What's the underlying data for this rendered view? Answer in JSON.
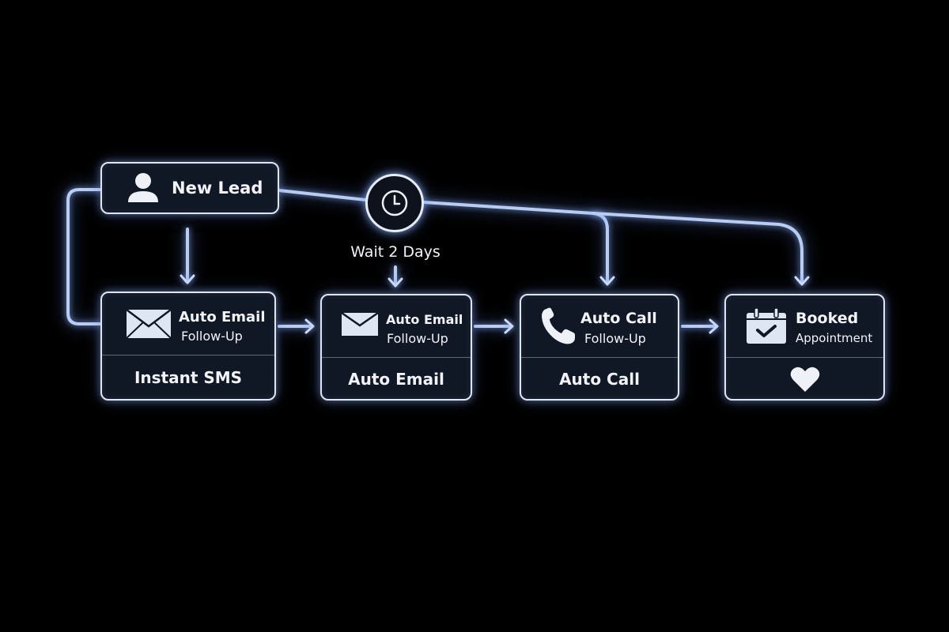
{
  "diagram": {
    "type": "workflow",
    "theme": {
      "background": "#000000",
      "box_fill": "#111825",
      "box_border": "#dfe6f3",
      "connector": "#b9cdf2",
      "text": "#f1f3f8"
    }
  },
  "trigger": {
    "label": "New Lead",
    "icon": "person-icon"
  },
  "delay": {
    "label": "Wait 2 Days",
    "icon": "clock-icon"
  },
  "steps": [
    {
      "icon": "envelope-icon",
      "title": "Auto Email",
      "subtitle": "Follow-Up",
      "action": "Instant SMS"
    },
    {
      "icon": "envelope-icon",
      "title": "Auto Email",
      "subtitle": "Follow-Up",
      "action": "Auto Email"
    },
    {
      "icon": "phone-icon",
      "title": "Auto Call",
      "subtitle": "Follow-Up",
      "action": "Auto Call"
    },
    {
      "icon": "calendar-check-icon",
      "title": "Booked",
      "subtitle": "Appointment",
      "action_icon": "heart-icon"
    }
  ],
  "connections": [
    {
      "from": "New Lead",
      "to": "step 1"
    },
    {
      "from": "New Lead",
      "to": "step 1",
      "route": "left loop"
    },
    {
      "from": "New Lead",
      "to": "Wait 2 Days"
    },
    {
      "from": "Wait 2 Days",
      "to": "step 2"
    },
    {
      "from": "Wait 2 Days",
      "to": "step 3"
    },
    {
      "from": "Wait 2 Days",
      "to": "step 4"
    },
    {
      "from": "step 1",
      "to": "step 2"
    },
    {
      "from": "step 2",
      "to": "step 3"
    },
    {
      "from": "step 3",
      "to": "step 4"
    }
  ]
}
